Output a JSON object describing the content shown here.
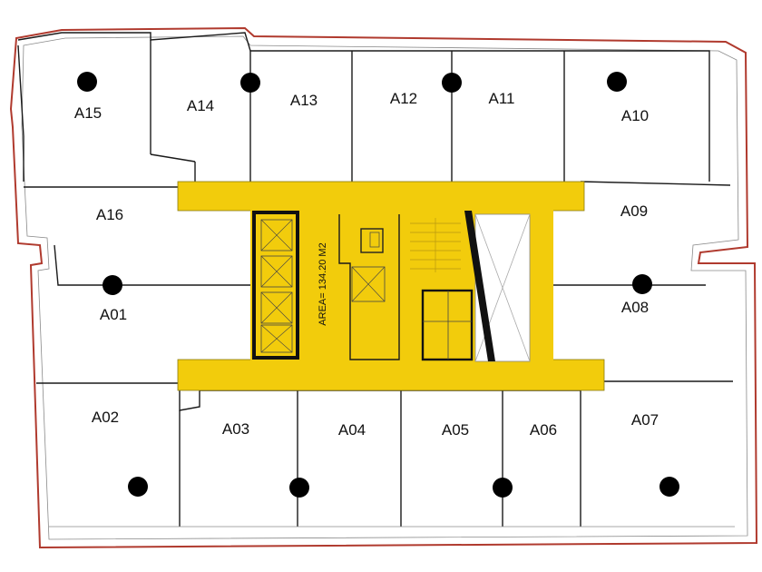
{
  "colors": {
    "core": "#f2cc0c",
    "outline": "#b03a2e",
    "wall": "#1a1a1a",
    "column": "#000000"
  },
  "core": {
    "area_label": "AREA= 134.20 M2"
  },
  "units": [
    {
      "id": "A15",
      "label": "A15"
    },
    {
      "id": "A14",
      "label": "A14"
    },
    {
      "id": "A13",
      "label": "A13"
    },
    {
      "id": "A12",
      "label": "A12"
    },
    {
      "id": "A11",
      "label": "A11"
    },
    {
      "id": "A10",
      "label": "A10"
    },
    {
      "id": "A16",
      "label": "A16"
    },
    {
      "id": "A09",
      "label": "A09"
    },
    {
      "id": "A01",
      "label": "A01"
    },
    {
      "id": "A08",
      "label": "A08"
    },
    {
      "id": "A02",
      "label": "A02"
    },
    {
      "id": "A03",
      "label": "A03"
    },
    {
      "id": "A04",
      "label": "A04"
    },
    {
      "id": "A05",
      "label": "A05"
    },
    {
      "id": "A06",
      "label": "A06"
    },
    {
      "id": "A07",
      "label": "A07"
    }
  ]
}
